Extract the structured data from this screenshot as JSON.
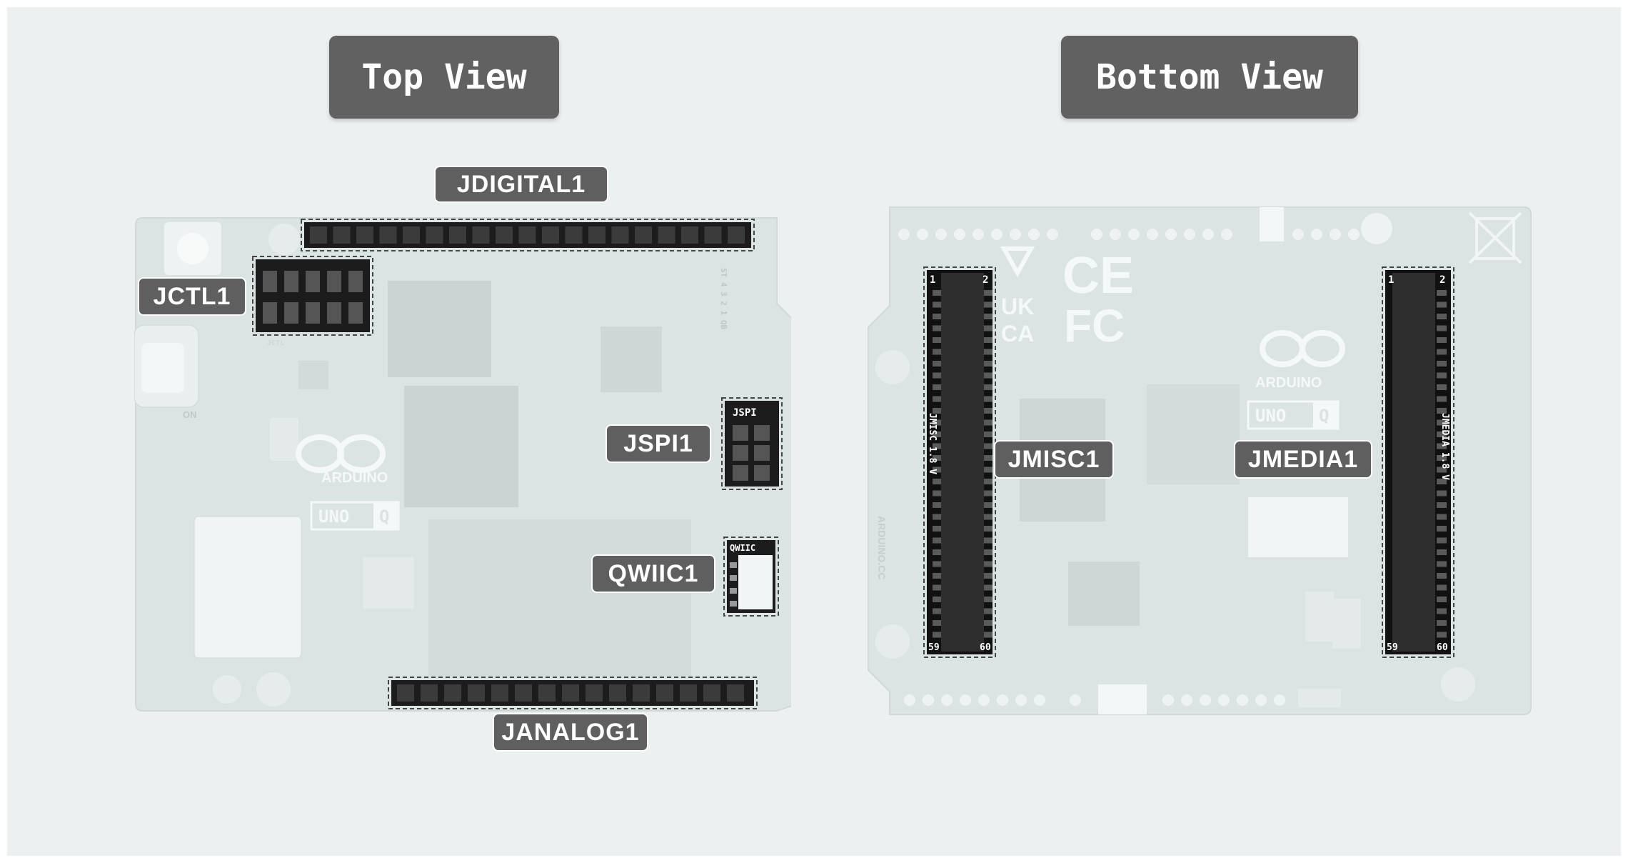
{
  "titles": {
    "top_view": "Top View",
    "bottom_view": "Bottom View"
  },
  "top_board": {
    "labels": {
      "jdigital": "JDIGITAL1",
      "jctl": "JCTL1",
      "jspi": "JSPI1",
      "qwiic": "QWIIC1",
      "janalog": "JANALOG1"
    },
    "silk": {
      "jspi": "JSPI",
      "qwiic": "QWIIC",
      "jctl": "JCTL",
      "arduino": "ARDUINO",
      "uno": "UNO",
      "q": "Q",
      "on": "ON",
      "digital_side": "ST 4 3 2 1 QB"
    }
  },
  "bottom_board": {
    "labels": {
      "jmisc": "JMISC1",
      "jmedia": "JMEDIA1"
    },
    "silk": {
      "jmisc_vertical": "JMISC 1.8 V",
      "jmedia_vertical": "JMEDIA 1.8 V",
      "pin_top_left": "1",
      "pin_top_right": "2",
      "pin_bottom_left": "59",
      "pin_bottom_right": "60",
      "arduino": "ARDUINO",
      "uno": "UNO",
      "q": "Q",
      "ukca_1": "UK",
      "ukca_2": "CA",
      "ce": "CE",
      "fcc": "FC",
      "arduino_cc": "ARDUINO.CC"
    }
  },
  "colors": {
    "background": "#ecf0f0",
    "board": "#dce3e3",
    "badge": "#5f5f5f",
    "connector": "#1a1a1a"
  }
}
